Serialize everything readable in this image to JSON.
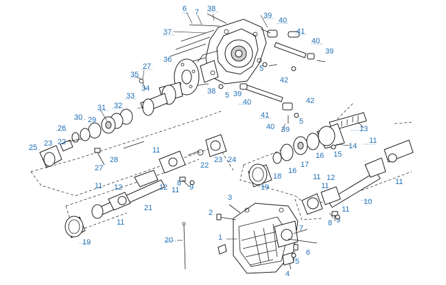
{
  "colors": {
    "callout": "#1f6fb5",
    "line": "#1a1a1a",
    "background": "#ffffff"
  },
  "callouts": {
    "c1": "1",
    "c2": "2",
    "c3": "3",
    "c4": "4",
    "c5a": "5",
    "c5b": "5",
    "c5c": "5",
    "c5d": "5",
    "c6a": "6",
    "c6b": "6",
    "c7a": "7",
    "c7b": "7",
    "c8a": "8",
    "c8b": "8",
    "c9a": "9",
    "c9b": "9",
    "c10": "10",
    "c11a": "11",
    "c11b": "11",
    "c11c": "11",
    "c11d": "11",
    "c11e": "11",
    "c11f": "11",
    "c11g": "11",
    "c11h": "11",
    "c11i": "11",
    "c12a": "12",
    "c12b": "12",
    "c12c": "12",
    "c13": "13",
    "c14": "14",
    "c15": "15",
    "c16a": "16",
    "c16b": "16",
    "c17": "17",
    "c18": "18",
    "c19a": "19",
    "c19b": "19",
    "c20": "20",
    "c21": "21",
    "c22a": "22",
    "c22b": "22",
    "c23a": "23",
    "c23b": "23",
    "c24": "24",
    "c25": "25",
    "c26": "26",
    "c27a": "27",
    "c27b": "27",
    "c28": "28",
    "c29": "29",
    "c30": "30",
    "c31": "31",
    "c32": "32",
    "c33": "33",
    "c34": "34",
    "c35": "35",
    "c36": "36",
    "c37": "37",
    "c38a": "38",
    "c38b": "38",
    "c39a": "39",
    "c39b": "39",
    "c39c": "39",
    "c40a": "40",
    "c40b": "40",
    "c40c": "40",
    "c40d": "40",
    "c41a": "41",
    "c41b": "41",
    "c42a": "42",
    "c42b": "42"
  }
}
